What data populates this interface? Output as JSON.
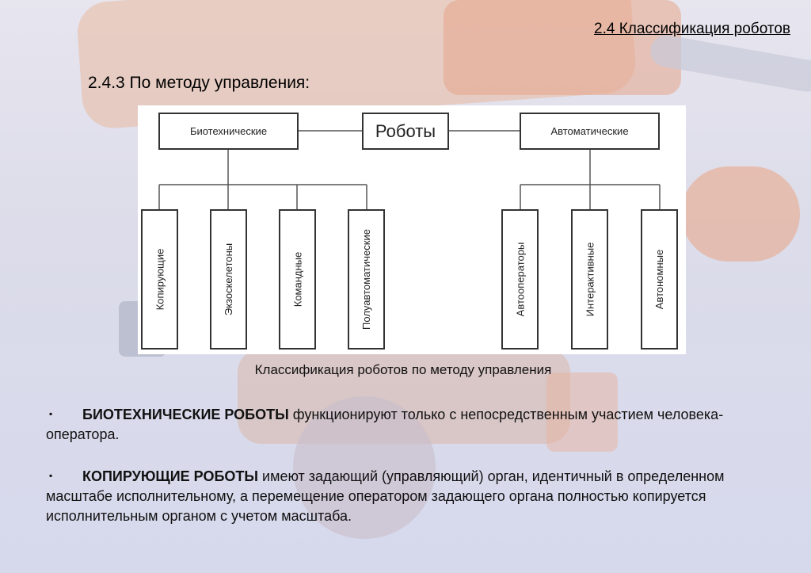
{
  "header": {
    "section_title": "2.4 Классификация роботов"
  },
  "subsection": {
    "title": "2.4.3 По методу управления:"
  },
  "diagram": {
    "root": "Роботы",
    "left_group": {
      "label": "Биотехнические",
      "children": [
        "Копирующие",
        "Экзоскелетоны",
        "Командные",
        "Полуавтоматические"
      ]
    },
    "right_group": {
      "label": "Автоматические",
      "children": [
        "Автооператоры",
        "Интерактивные",
        "Автономные"
      ]
    }
  },
  "caption": "Классификация роботов по методу управления",
  "bullets": [
    {
      "marker": "▪",
      "term": "БИОТЕХНИЧЕСКИЕ РОБОТЫ",
      "text": " функционируют только с непосредственным участием человека-оператора."
    },
    {
      "marker": "▪",
      "term": "КОПИРУЮЩИЕ РОБОТЫ",
      "text": " имеют задающий (управляющий) орган, идентичный в определенном масштабе исполнительному, а перемещение оператором задающего органа полностью копируется исполнительным органом с учетом масштаба."
    }
  ]
}
